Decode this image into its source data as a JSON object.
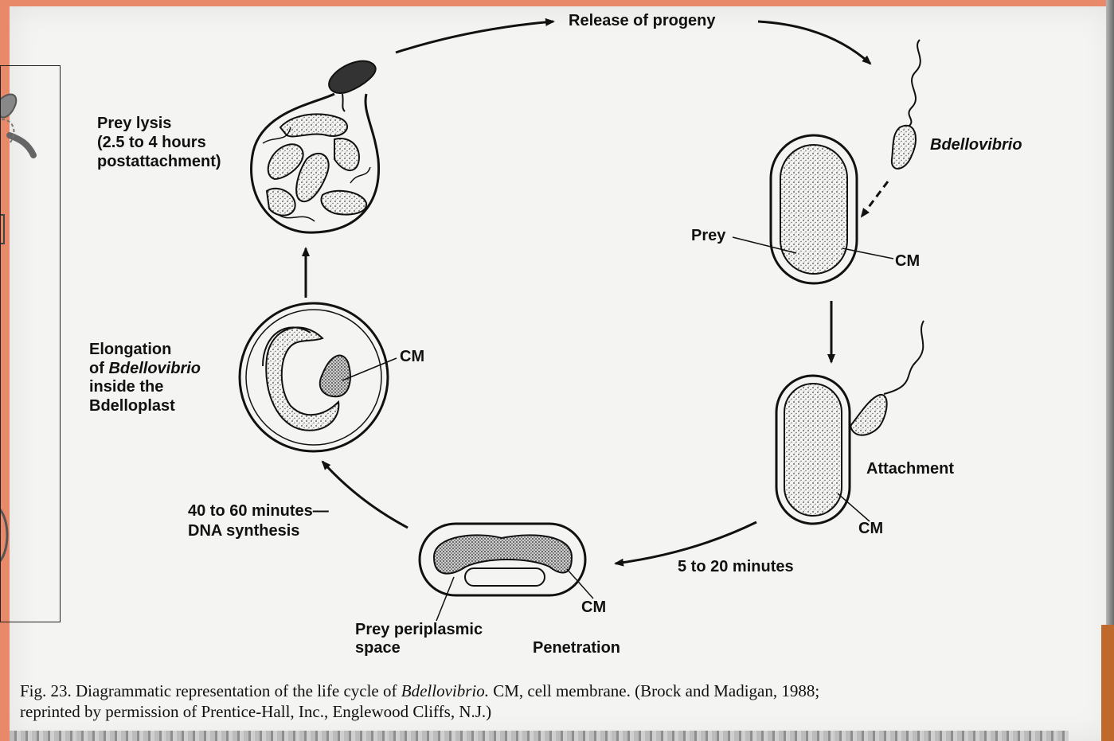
{
  "labels": {
    "release": "Release of progeny",
    "bdellovibrio": "Bdellovibrio",
    "prey": "Prey",
    "cm_prey": "CM",
    "attachment": "Attachment",
    "cm_attach": "CM",
    "minutes_5_20": "5 to 20 minutes",
    "cm_penetration": "CM",
    "prey_periplasmic_1": "Prey periplasmic",
    "prey_periplasmic_2": "space",
    "penetration": "Penetration",
    "dna_1": "40 to 60 minutes—",
    "dna_2": "DNA synthesis",
    "elong_1": "Elongation",
    "elong_2a": "of ",
    "elong_2b": "Bdellovibrio",
    "elong_3": "inside the",
    "elong_4": "Bdelloplast",
    "cm_elong": "CM",
    "lysis_1": "Prey lysis",
    "lysis_2": "(2.5 to 4 hours",
    "lysis_3": "postattachment)"
  },
  "caption": {
    "part1": "Fig. 23. Diagrammatic representation of the life cycle of ",
    "italic": "Bdellovibrio.",
    "part2": " CM, cell membrane. (Brock and Madigan, 1988;",
    "line2": "reprinted by permission of Prentice-Hall, Inc., Englewood Cliffs, N.J.)"
  }
}
